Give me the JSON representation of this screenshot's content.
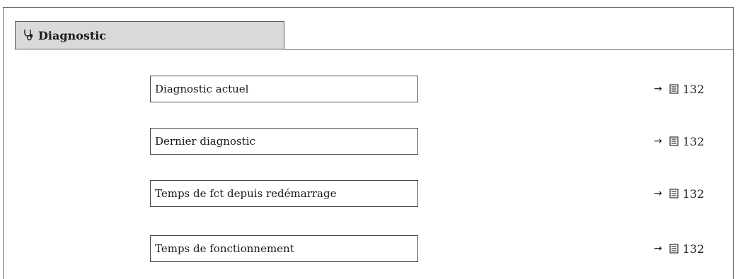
{
  "header": {
    "title": "Diagnostic",
    "icon": "stethoscope-icon"
  },
  "items": [
    {
      "label": "Diagnostic actuel",
      "arrow": "→",
      "page": "132"
    },
    {
      "label": "Dernier diagnostic",
      "arrow": "→",
      "page": "132"
    },
    {
      "label": "Temps de fct depuis redémarrage",
      "arrow": "→",
      "page": "132"
    },
    {
      "label": "Temps de fonctionnement",
      "arrow": "→",
      "page": "132"
    }
  ]
}
